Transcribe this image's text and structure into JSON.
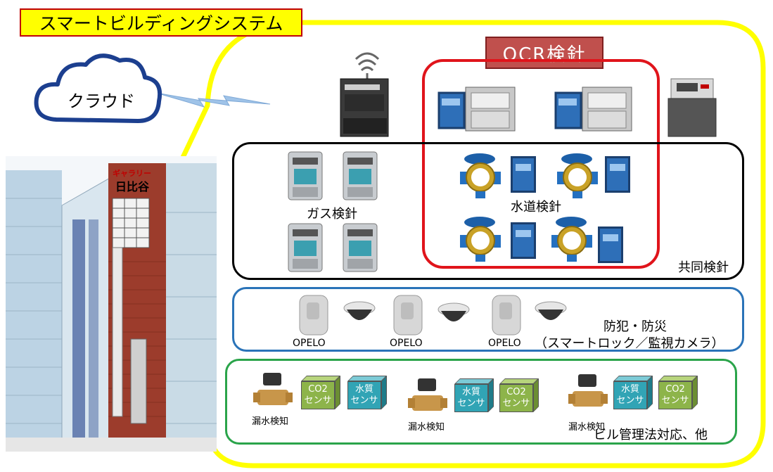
{
  "title": "スマートビルディングシステム",
  "cloud_label": "クラウド",
  "ocr_title": "OCR検針",
  "gas_label": "ガス検針",
  "water_label": "水道検針",
  "joint_label": "共同検針",
  "security": {
    "lock_label": "OPELO",
    "caption_line1": "防犯・防災",
    "caption_line2": "（スマートロック／監視カメラ）"
  },
  "sensors": {
    "leak_label": "漏水検知",
    "co2_line1": "CO2",
    "co2_line2": "センサ",
    "water_q_line1": "水質",
    "water_q_line2": "センサ",
    "caption": "ビル管理法対応、他"
  },
  "building_sign": {
    "top": "ギャラリー",
    "name": "日比谷"
  },
  "colors": {
    "outer_frame": "#ffff00",
    "ocr_frame": "#e0141b",
    "meter_frame": "#000000",
    "security_frame": "#2a73b8",
    "sensor_frame": "#2aa44a"
  }
}
